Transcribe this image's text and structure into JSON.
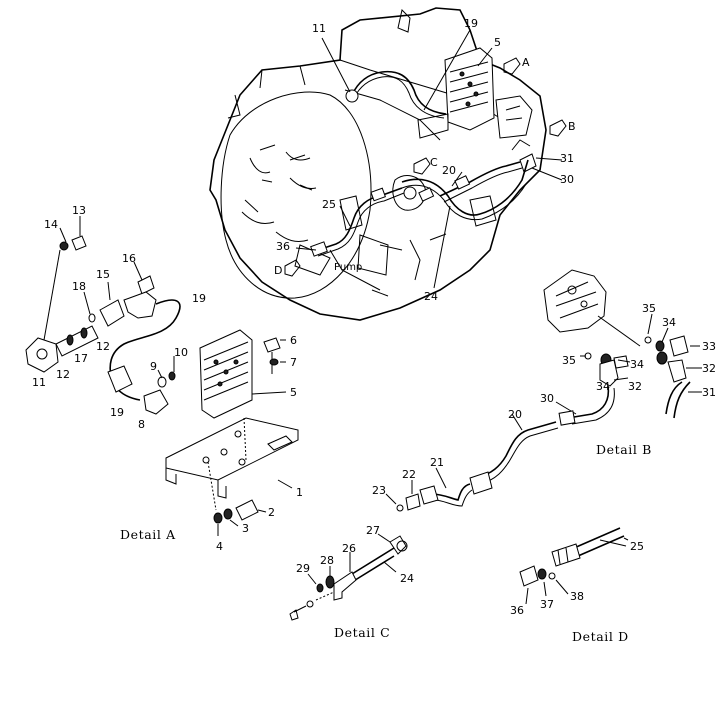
{
  "callouts": [
    {
      "id": "c-11-top",
      "text": "11"
    },
    {
      "id": "c-19-top",
      "text": "19"
    },
    {
      "id": "c-5-top",
      "text": "5"
    },
    {
      "id": "c-A-arrow",
      "text": "A"
    },
    {
      "id": "c-B-arrow",
      "text": "B"
    },
    {
      "id": "c-C-arrow",
      "text": "C"
    },
    {
      "id": "c-D-arrow",
      "text": "D"
    },
    {
      "id": "c-31-top",
      "text": "31"
    },
    {
      "id": "c-30-top",
      "text": "30"
    },
    {
      "id": "c-20-top",
      "text": "20"
    },
    {
      "id": "c-25-top",
      "text": "25"
    },
    {
      "id": "c-36-top",
      "text": "36"
    },
    {
      "id": "c-24-top",
      "text": "24"
    },
    {
      "id": "c-pump",
      "text": "Pump"
    },
    {
      "id": "c-14",
      "text": "14"
    },
    {
      "id": "c-13",
      "text": "13"
    },
    {
      "id": "c-16",
      "text": "16"
    },
    {
      "id": "c-18",
      "text": "18"
    },
    {
      "id": "c-15",
      "text": "15"
    },
    {
      "id": "c-19-a1",
      "text": "19"
    },
    {
      "id": "c-12-a1",
      "text": "12"
    },
    {
      "id": "c-17",
      "text": "17"
    },
    {
      "id": "c-12-a2",
      "text": "12"
    },
    {
      "id": "c-11-a",
      "text": "11"
    },
    {
      "id": "c-6",
      "text": "6"
    },
    {
      "id": "c-7",
      "text": "7"
    },
    {
      "id": "c-10",
      "text": "10"
    },
    {
      "id": "c-9",
      "text": "9"
    },
    {
      "id": "c-5-a",
      "text": "5"
    },
    {
      "id": "c-19-a2",
      "text": "19"
    },
    {
      "id": "c-8",
      "text": "8"
    },
    {
      "id": "c-1",
      "text": "1"
    },
    {
      "id": "c-2",
      "text": "2"
    },
    {
      "id": "c-3",
      "text": "3"
    },
    {
      "id": "c-4",
      "text": "4"
    },
    {
      "id": "c-35-b1",
      "text": "35"
    },
    {
      "id": "c-34-b1",
      "text": "34"
    },
    {
      "id": "c-33",
      "text": "33"
    },
    {
      "id": "c-35-b2",
      "text": "35"
    },
    {
      "id": "c-34-b2",
      "text": "34"
    },
    {
      "id": "c-32-b1",
      "text": "32"
    },
    {
      "id": "c-34-b3",
      "text": "34"
    },
    {
      "id": "c-32-b2",
      "text": "32"
    },
    {
      "id": "c-31-b",
      "text": "31"
    },
    {
      "id": "c-30-b",
      "text": "30"
    },
    {
      "id": "c-20-b",
      "text": "20"
    },
    {
      "id": "c-21",
      "text": "21"
    },
    {
      "id": "c-22",
      "text": "22"
    },
    {
      "id": "c-23",
      "text": "23"
    },
    {
      "id": "c-27",
      "text": "27"
    },
    {
      "id": "c-26",
      "text": "26"
    },
    {
      "id": "c-28",
      "text": "28"
    },
    {
      "id": "c-29",
      "text": "29"
    },
    {
      "id": "c-24-c",
      "text": "24"
    },
    {
      "id": "c-25-d",
      "text": "25"
    },
    {
      "id": "c-36-d",
      "text": "36"
    },
    {
      "id": "c-37",
      "text": "37"
    },
    {
      "id": "c-38",
      "text": "38"
    }
  ],
  "captions": {
    "detail_a": "Detail A",
    "detail_b": "Detail B",
    "detail_c": "Detail C",
    "detail_d": "Detail D"
  }
}
